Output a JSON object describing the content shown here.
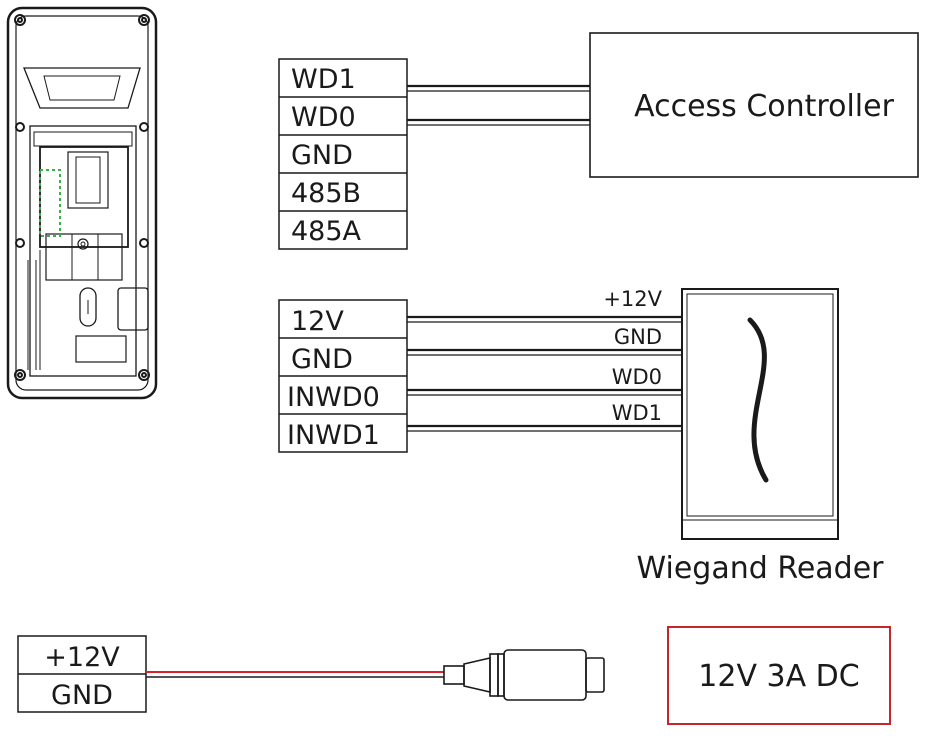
{
  "upper_terminal": {
    "labels": [
      "WD1",
      "WD0",
      "GND",
      "485B",
      "485A"
    ]
  },
  "access_controller": {
    "label": "Access Controller"
  },
  "lower_terminal": {
    "labels": [
      "12V",
      "GND",
      "INWD0",
      "INWD1"
    ]
  },
  "wiegand_reader": {
    "label": "Wiegand Reader",
    "wire_labels": [
      "+12V",
      "GND",
      "WD0",
      "WD1"
    ]
  },
  "power_terminal": {
    "labels": [
      "+12V",
      "GND"
    ]
  },
  "power_supply": {
    "label": "12V 3A DC",
    "border_color": "#c0282d"
  },
  "colors": {
    "line": "#1a1a1a",
    "wire_red": "#d8232a",
    "indicator": "#3cb04a"
  }
}
